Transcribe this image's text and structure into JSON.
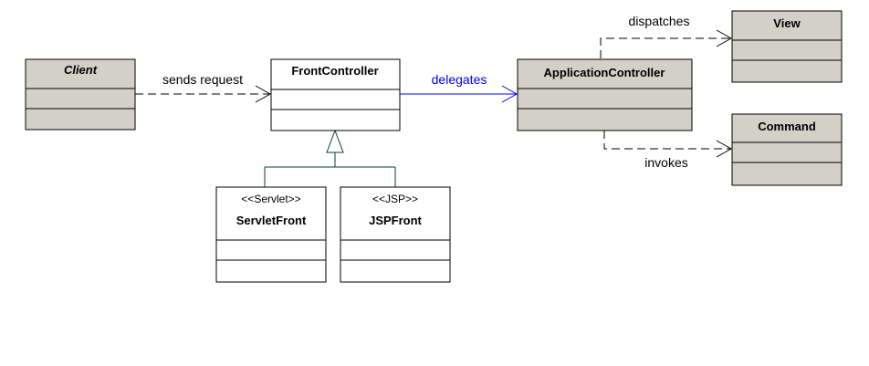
{
  "colors": {
    "grey_fill": "#d3d0c8",
    "white_fill": "#ffffff",
    "border": "#000000",
    "inheritance": "#004040",
    "delegates": "#0000ff"
  },
  "classes": {
    "client": {
      "name": "Client",
      "italic": true,
      "fill": "grey"
    },
    "front_controller": {
      "name": "FrontController",
      "italic": false,
      "fill": "white"
    },
    "servlet_front": {
      "stereotype": "<<Servlet>>",
      "name": "ServletFront",
      "fill": "white"
    },
    "jsp_front": {
      "stereotype": "<<JSP>>",
      "name": "JSPFront",
      "fill": "white"
    },
    "application_controller": {
      "name": "ApplicationController",
      "italic": false,
      "fill": "grey"
    },
    "view": {
      "name": "View",
      "italic": false,
      "fill": "grey"
    },
    "command": {
      "name": "Command",
      "italic": false,
      "fill": "grey"
    }
  },
  "relations": {
    "sends_request": {
      "label": "sends request",
      "kind": "dependency",
      "from": "Client",
      "to": "FrontController"
    },
    "delegates": {
      "label": "delegates",
      "kind": "association",
      "from": "FrontController",
      "to": "ApplicationController"
    },
    "dispatches": {
      "label": "dispatches",
      "kind": "dependency",
      "from": "ApplicationController",
      "to": "View"
    },
    "invokes": {
      "label": "invokes",
      "kind": "dependency",
      "from": "ApplicationController",
      "to": "Command"
    },
    "generalization": {
      "kind": "inheritance",
      "parent": "FrontController",
      "children": [
        "ServletFront",
        "JSPFront"
      ]
    }
  }
}
